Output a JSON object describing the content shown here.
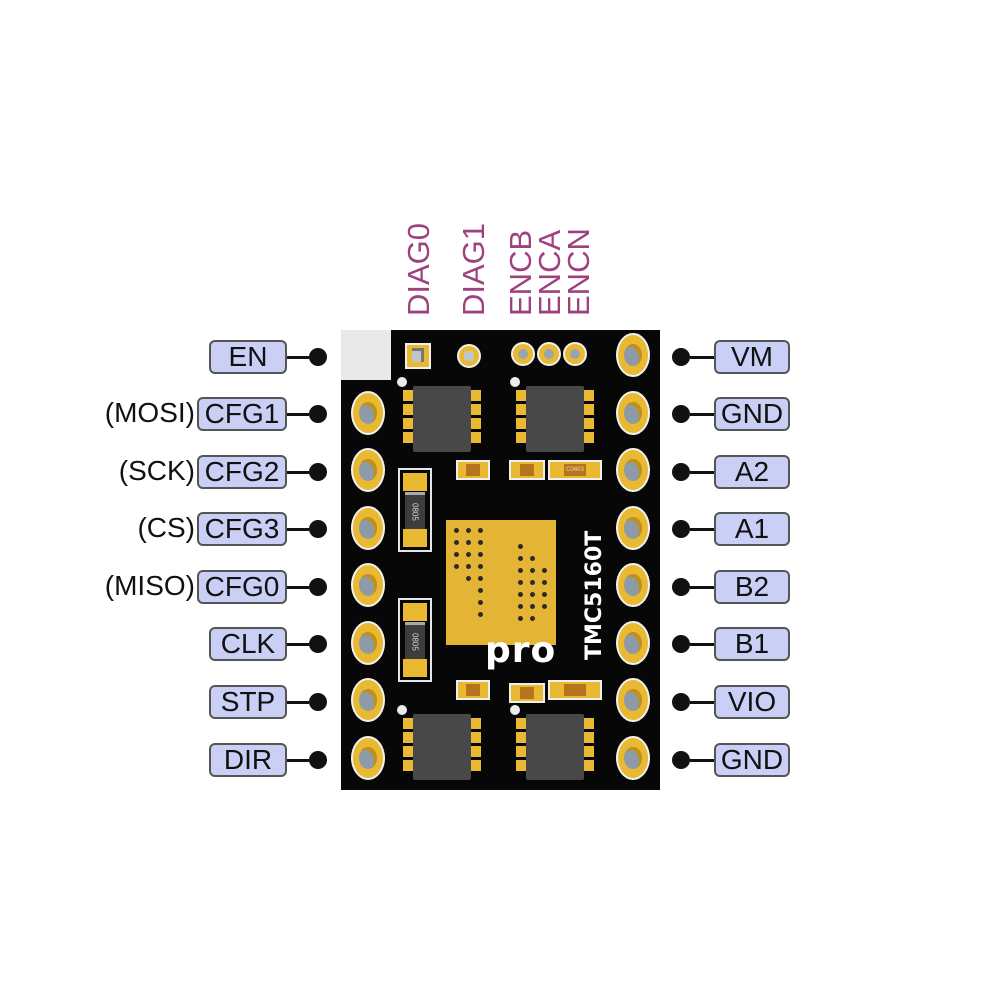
{
  "top_labels": [
    "DIAG0",
    "DIAG1",
    "ENCB",
    "ENCA",
    "ENCN"
  ],
  "left_pins": [
    {
      "label": "EN",
      "alt": ""
    },
    {
      "label": "CFG1",
      "alt": "(MOSI)"
    },
    {
      "label": "CFG2",
      "alt": "(SCK)"
    },
    {
      "label": "CFG3",
      "alt": "(CS)"
    },
    {
      "label": "CFG0",
      "alt": "(MISO)"
    },
    {
      "label": "CLK",
      "alt": ""
    },
    {
      "label": "STP",
      "alt": ""
    },
    {
      "label": "DIR",
      "alt": ""
    }
  ],
  "right_pins": [
    {
      "label": "VM"
    },
    {
      "label": "GND"
    },
    {
      "label": "A2"
    },
    {
      "label": "A1"
    },
    {
      "label": "B2"
    },
    {
      "label": "B1"
    },
    {
      "label": "VIO"
    },
    {
      "label": "GND"
    }
  ],
  "board": {
    "chip_name": "TMC5160T",
    "variant": "pro",
    "resistor_top_marking": "0805",
    "resistor_bottom_marking": "0805",
    "capacitor_marking": "C0603"
  },
  "colors": {
    "label_fill": "#c9cff5",
    "top_label_text": "#a0417f",
    "pcb": "#070707",
    "gold": "#e8b931"
  }
}
